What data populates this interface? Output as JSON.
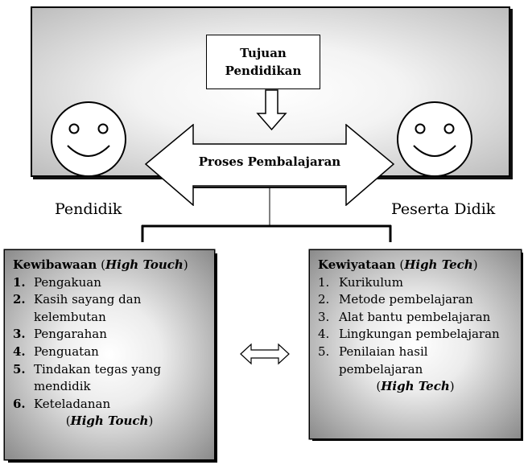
{
  "top_goal": {
    "line1": "Tujuan",
    "line2": "Pendidikan"
  },
  "process": {
    "label": "Proses Pembalajaran"
  },
  "actors": {
    "left": "Pendidik",
    "right": "Peserta Didik"
  },
  "left_panel": {
    "title": "Kewibawaan",
    "title_paren_open": " (",
    "title_italic": "High Touch",
    "title_paren_close": ")",
    "items": [
      {
        "num": "1.",
        "lines": [
          "Pengakuan"
        ]
      },
      {
        "num": "2.",
        "lines": [
          "Kasih sayang dan",
          "kelembutan"
        ]
      },
      {
        "num": "3.",
        "lines": [
          "Pengarahan"
        ]
      },
      {
        "num": "4.",
        "lines": [
          "Penguatan"
        ]
      },
      {
        "num": "5.",
        "lines": [
          "Tindakan tegas yang",
          "mendidik"
        ]
      },
      {
        "num": "6.",
        "lines": [
          "Keteladanan"
        ]
      }
    ],
    "footer_open": "(",
    "footer_italic": "High Touch",
    "footer_close": ")"
  },
  "right_panel": {
    "title": "Kewiyataan",
    "title_paren_open": " (",
    "title_italic": "High Tech",
    "title_paren_close": ")",
    "items": [
      {
        "num": "1.",
        "lines": [
          "Kurikulum"
        ]
      },
      {
        "num": "2.",
        "lines": [
          "Metode pembelajaran"
        ]
      },
      {
        "num": "3.",
        "lines": [
          "Alat bantu pembelajaran"
        ]
      },
      {
        "num": "4.",
        "lines": [
          "Lingkungan pembelajaran"
        ]
      },
      {
        "num": "5.",
        "lines": [
          "Penilaian hasil",
          "pembelajaran"
        ]
      }
    ],
    "footer_open": "(",
    "footer_italic": "High Tech",
    "footer_close": ")"
  }
}
